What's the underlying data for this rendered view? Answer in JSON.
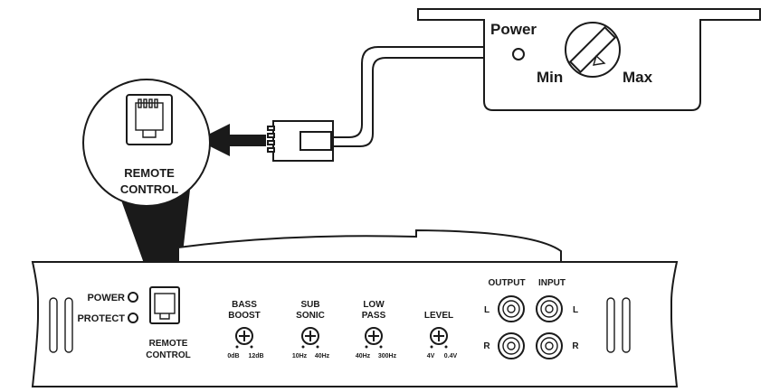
{
  "remote": {
    "power_label": "Power",
    "min_label": "Min",
    "max_label": "Max"
  },
  "callout": {
    "line1": "REMOTE",
    "line2": "CONTROL"
  },
  "amp": {
    "power_label": "POWER",
    "protect_label": "PROTECT",
    "remote_line1": "REMOTE",
    "remote_line2": "CONTROL",
    "knobs": [
      {
        "title1": "BASS",
        "title2": "BOOST",
        "min": "0dB",
        "max": "12dB"
      },
      {
        "title1": "SUB",
        "title2": "SONIC",
        "min": "10Hz",
        "max": "40Hz"
      },
      {
        "title1": "LOW",
        "title2": "PASS",
        "min": "40Hz",
        "max": "300Hz"
      },
      {
        "title1": "",
        "title2": "LEVEL",
        "min": "4V",
        "max": "0.4V"
      }
    ],
    "output_label": "OUTPUT",
    "input_label": "INPUT",
    "left_label": "L",
    "right_label": "R"
  }
}
